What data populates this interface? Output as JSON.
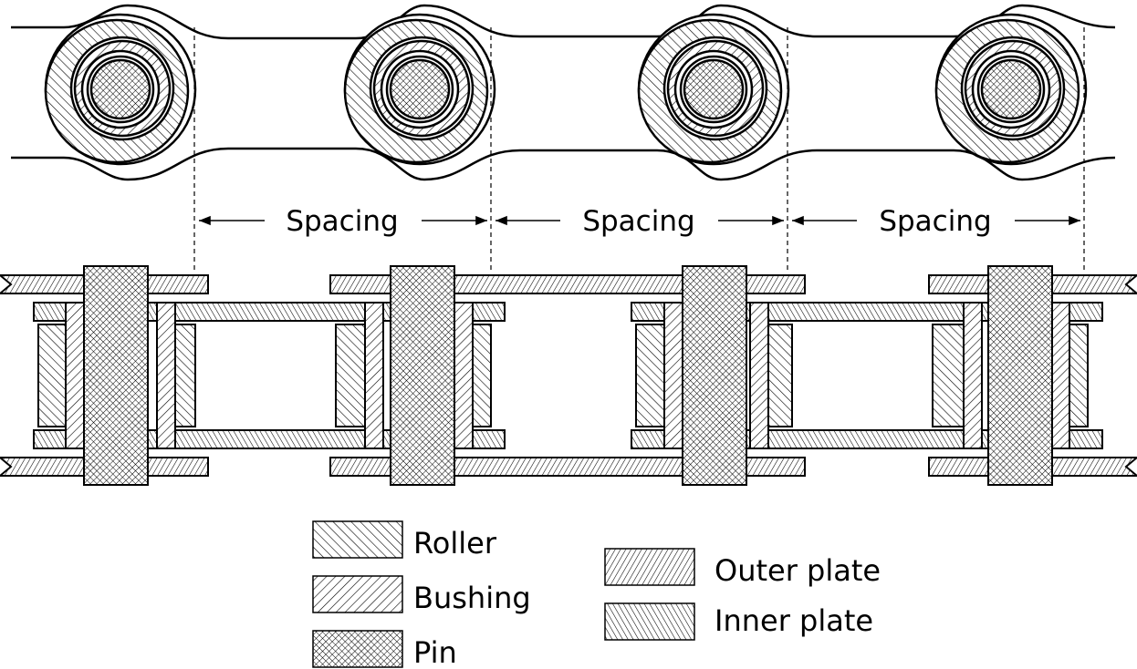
{
  "spacing_labels": [
    "Spacing",
    "Spacing",
    "Spacing"
  ],
  "legend": {
    "roller": "Roller",
    "bushing": "Bushing",
    "pin": "Pin",
    "outer_plate": "Outer plate",
    "inner_plate": "Inner plate"
  },
  "colors": {
    "ink": "#000000",
    "background": "#ffffff"
  }
}
